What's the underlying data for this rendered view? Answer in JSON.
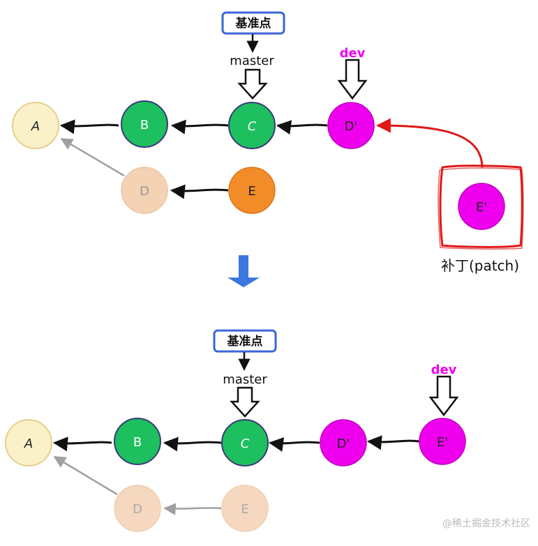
{
  "colors": {
    "a_fill": "#fbf1c9",
    "a_stroke": "#e3cf8a",
    "green": "#1dbf5e",
    "green_stroke": "#3a3a7a",
    "magenta": "#ee00ee",
    "orange": "#f28c28",
    "faded": "#f4d2b4",
    "blue_arrow": "#3a78e0",
    "tag_border": "#3a66d8",
    "red": "#e01818",
    "dev_text": "#ee00ee"
  },
  "top": {
    "tag": "基准点",
    "master": "master",
    "dev": "dev",
    "nodes": {
      "a": "A",
      "b": "B",
      "c": "C",
      "d_prime": "D'",
      "d": "D",
      "e": "E",
      "e_prime": "E'"
    },
    "patch_caption": "补丁(patch)"
  },
  "bottom": {
    "tag": "基准点",
    "master": "master",
    "dev": "dev",
    "nodes": {
      "a": "A",
      "b": "B",
      "c": "C",
      "d_prime": "D'",
      "e_prime": "E'",
      "d": "D",
      "e": "E"
    }
  },
  "watermark": "@稀土掘金技术社区"
}
